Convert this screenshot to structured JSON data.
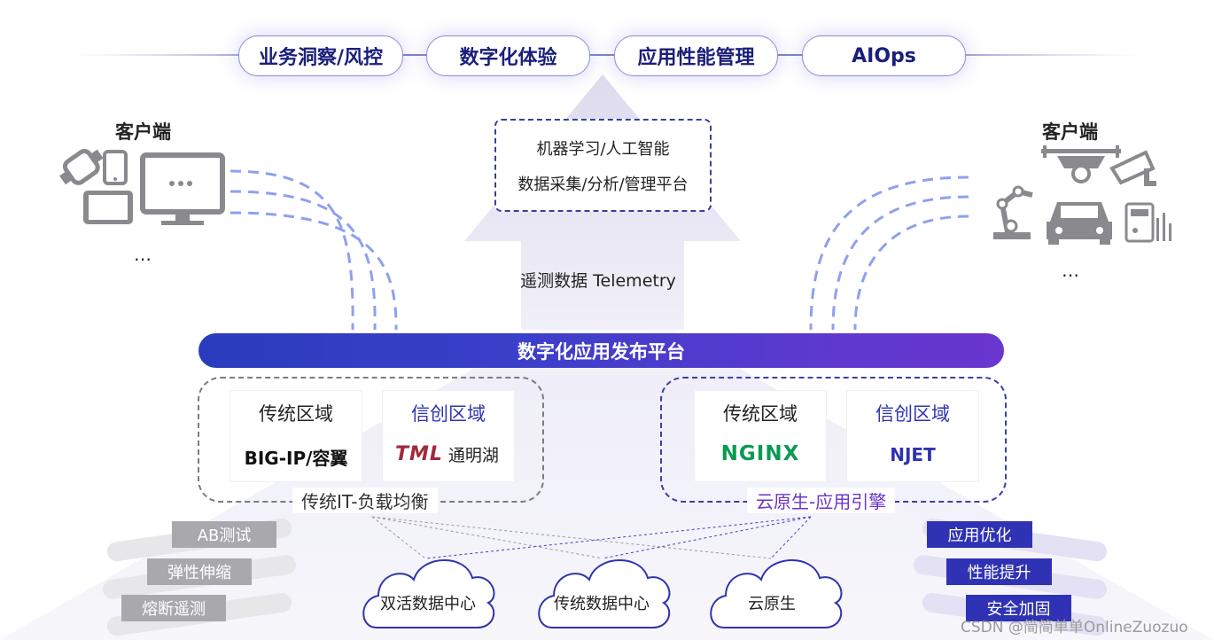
{
  "top_capabilities": [
    "业务洞察/风控",
    "数字化体验",
    "应用性能管理",
    "AIOps"
  ],
  "clients_left": {
    "label": "客户端",
    "more": "…"
  },
  "clients_right": {
    "label": "客户端",
    "more": "…"
  },
  "telemetry": {
    "box_lines": [
      "机器学习/人工智能",
      "数据采集/分析/管理平台"
    ],
    "label": "遥测数据 Telemetry"
  },
  "platform": {
    "title": "数字化应用发布平台"
  },
  "zones": [
    {
      "caption": "传统IT-负载均衡",
      "cards": [
        {
          "title": "传统区域",
          "brand": "BIG-IP/容翼"
        },
        {
          "title": "信创区域",
          "brand": "通明湖",
          "logo_text": "TML"
        }
      ]
    },
    {
      "caption": "云原生-应用引擎",
      "cards": [
        {
          "title": "传统区域",
          "brand": "NGINX"
        },
        {
          "title": "信创区域",
          "brand": "NJET"
        }
      ]
    }
  ],
  "left_tags": [
    "AB测试",
    "弹性伸缩",
    "熔断遥测"
  ],
  "right_tags": [
    "应用优化",
    "性能提升",
    "安全加固"
  ],
  "clouds": [
    "双活数据中心",
    "传统数据中心",
    "云原生"
  ],
  "watermark": "CSDN @简简单单OnlineZuozuo",
  "colors": {
    "navy": "#1b1f7a",
    "platform_start": "#2a3cbd",
    "platform_end": "#6a36cf",
    "purple_text": "#6a35c8",
    "nginx_green": "#0a9a52",
    "tag_gray": "#a9a9ad",
    "tag_blue": "#2f32b4"
  }
}
